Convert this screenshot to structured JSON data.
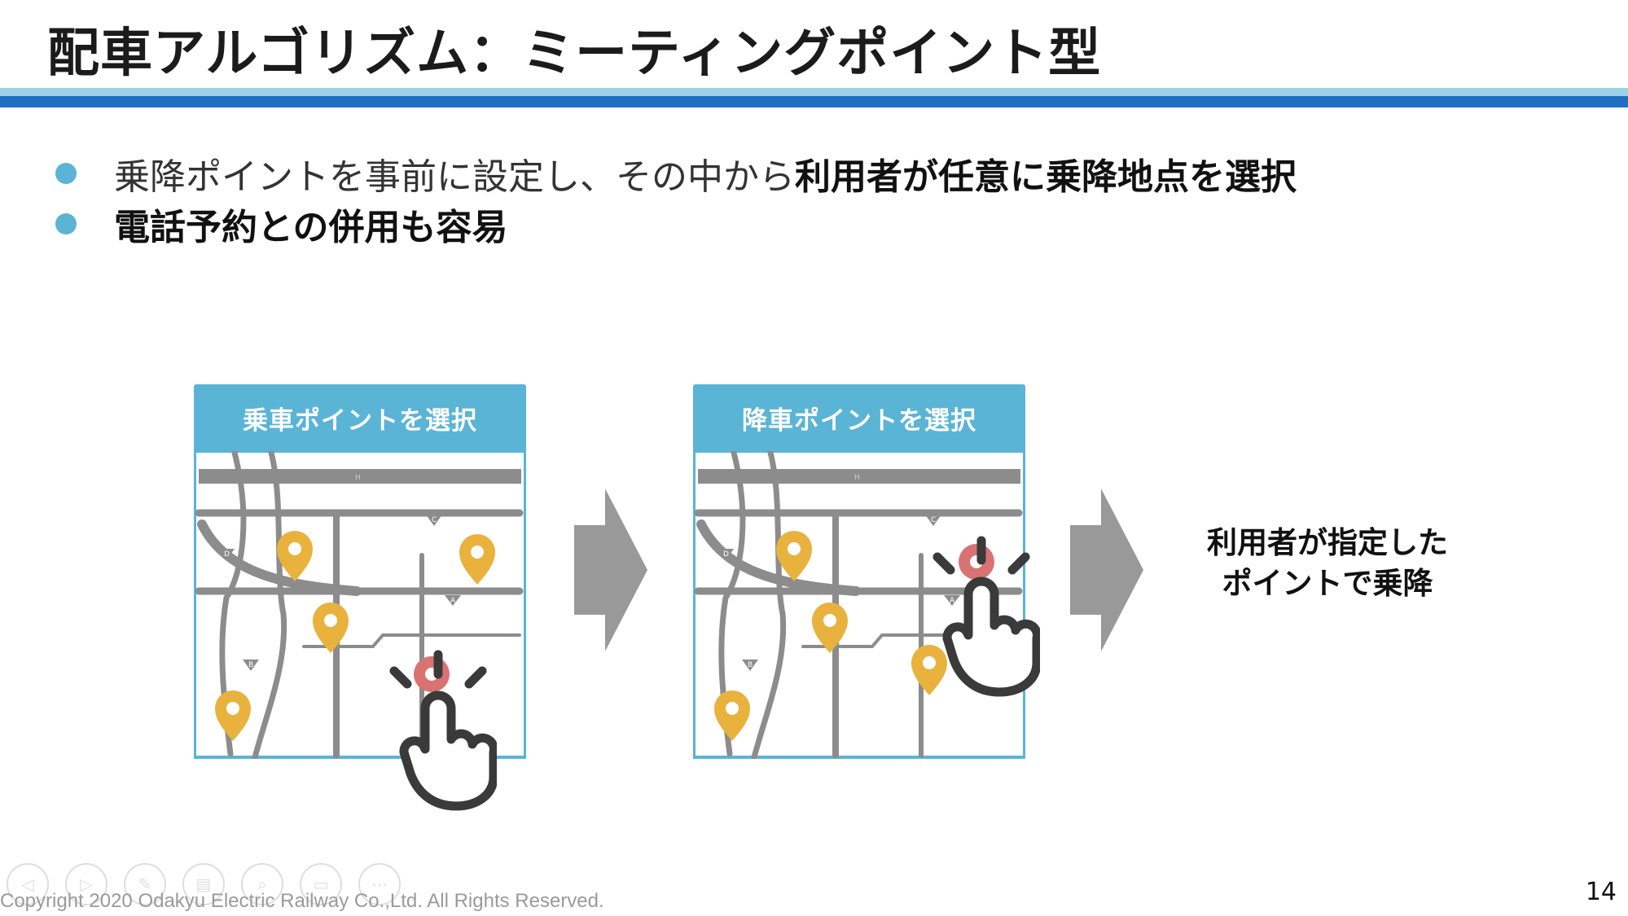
{
  "slide": {
    "title": "配車アルゴリズム：ミーティングポイント型",
    "page_number": "14",
    "copyright": "Copyright 2020 Odakyu Electric Railway Co.,Ltd. All Rights Reserved."
  },
  "bullets": [
    {
      "normal": "乗降ポイントを事前に設定し、その中から",
      "bold": "利用者が任意に乗降地点を選択"
    },
    {
      "normal": "",
      "bold": "電話予約との併用も容易"
    }
  ],
  "panels": [
    {
      "header": "乗車ポイントを選択",
      "road_labels": [
        "H",
        "C",
        "D",
        "A",
        "B"
      ]
    },
    {
      "header": "降車ポイントを選択",
      "road_labels": [
        "H",
        "C",
        "D",
        "A",
        "B"
      ]
    }
  ],
  "result": {
    "line1": "利用者が指定した",
    "line2": "ポイントで乗降"
  },
  "player_controls": [
    "previous-icon",
    "play-icon",
    "pen-icon",
    "slides-icon",
    "zoom-icon",
    "subtitles-icon",
    "more-icon"
  ],
  "colors": {
    "accent_blue": "#1f6fc0",
    "light_blue": "#5ab4d6",
    "pin_yellow": "#e8b23d",
    "pin_red": "#d97272",
    "map_gray": "#8c8c8c",
    "arrow_gray": "#999999"
  }
}
